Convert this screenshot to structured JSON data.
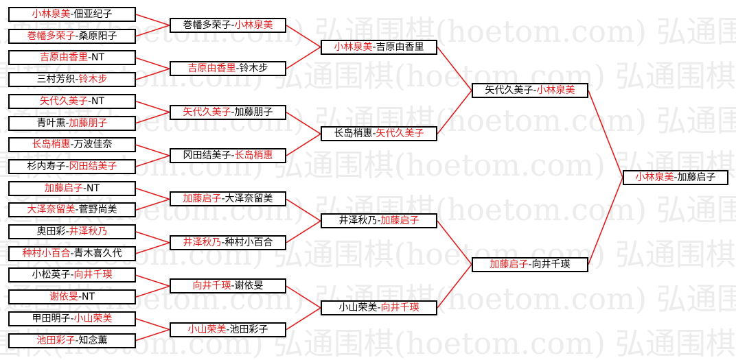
{
  "watermark": "弘通围棋(hoetom.com)",
  "colors": {
    "winner": "#e11d1d",
    "line": "#e11d1d",
    "text": "#000000"
  },
  "bracket": {
    "round1": [
      {
        "p1": "小林泉美",
        "p2": "佃亚纪子",
        "winner": 1
      },
      {
        "p1": "巻幡多荣子",
        "p2": "桑原阳子",
        "winner": 1
      },
      {
        "p1": "吉原由香里",
        "p2": "NT",
        "winner": 1
      },
      {
        "p1": "三村芳织",
        "p2": "铃木步",
        "winner": 2
      },
      {
        "p1": "矢代久美子",
        "p2": "NT",
        "winner": 1
      },
      {
        "p1": "青叶熏",
        "p2": "加藤朋子",
        "winner": 2
      },
      {
        "p1": "长岛梢惠",
        "p2": "万波佳奈",
        "winner": 1
      },
      {
        "p1": "杉内寿子",
        "p2": "冈田结美子",
        "winner": 2
      },
      {
        "p1": "加藤启子",
        "p2": "NT",
        "winner": 1
      },
      {
        "p1": "大泽奈留美",
        "p2": "菅野尚美",
        "winner": 1
      },
      {
        "p1": "奥田彩",
        "p2": "井泽秋乃",
        "winner": 2
      },
      {
        "p1": "种村小百合",
        "p2": "青木喜久代",
        "winner": 1
      },
      {
        "p1": "小松英子",
        "p2": "向井千瑛",
        "winner": 2
      },
      {
        "p1": "谢依旻",
        "p2": "NT",
        "winner": 1
      },
      {
        "p1": "甲田明子",
        "p2": "小山荣美",
        "winner": 2
      },
      {
        "p1": "池田彩子",
        "p2": "知念薰",
        "winner": 1
      }
    ],
    "round2": [
      {
        "p1": "巻幡多荣子",
        "p2": "小林泉美",
        "winner": 2
      },
      {
        "p1": "吉原由香里",
        "p2": "铃木步",
        "winner": 1
      },
      {
        "p1": "矢代久美子",
        "p2": "加藤朋子",
        "winner": 1
      },
      {
        "p1": "冈田结美子",
        "p2": "长岛梢惠",
        "winner": 2
      },
      {
        "p1": "加藤启子",
        "p2": "大泽奈留美",
        "winner": 1
      },
      {
        "p1": "井泽秋乃",
        "p2": "种村小百合",
        "winner": 1
      },
      {
        "p1": "向井千瑛",
        "p2": "谢依旻",
        "winner": 1
      },
      {
        "p1": "小山荣美",
        "p2": "池田彩子",
        "winner": 1
      }
    ],
    "round3": [
      {
        "p1": "小林泉美",
        "p2": "吉原由香里",
        "winner": 1
      },
      {
        "p1": "长岛梢惠",
        "p2": "矢代久美子",
        "winner": 2
      },
      {
        "p1": "井泽秋乃",
        "p2": "加藤启子",
        "winner": 2
      },
      {
        "p1": "小山荣美",
        "p2": "向井千瑛",
        "winner": 2
      }
    ],
    "round4": [
      {
        "p1": "矢代久美子",
        "p2": "小林泉美",
        "winner": 2
      },
      {
        "p1": "加藤启子",
        "p2": "向井千瑛",
        "winner": 1
      }
    ],
    "round5": [
      {
        "p1": "小林泉美",
        "p2": "加藤启子",
        "winner": 1
      }
    ]
  }
}
